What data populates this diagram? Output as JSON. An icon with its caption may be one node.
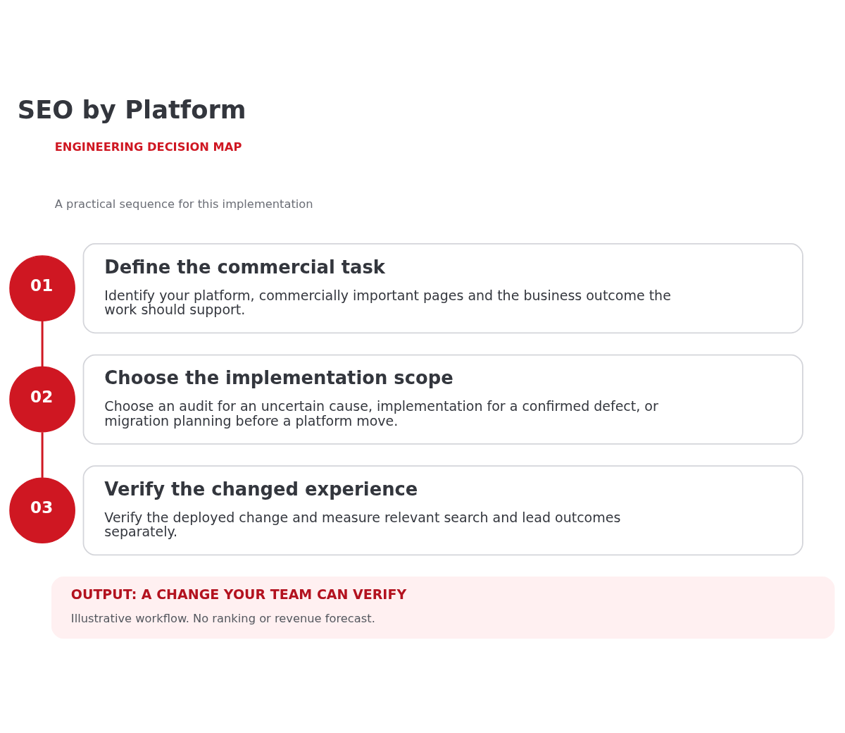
{
  "diagram": {
    "title": "SEO by Platform",
    "nodes": [
      {
        "text": [
          "01"
        ]
      },
      {
        "text": [
          "Define the commercial task",
          "Identify your platform, commercially important pages and the business outcome the work should support."
        ]
      },
      {
        "text": [
          "02"
        ]
      },
      {
        "text": [
          "Choose the implementation scope",
          "Choose an audit for an uncertain cause, implementation for a confirmed defect, or migration planning before a platform move."
        ]
      },
      {
        "text": [
          "03"
        ]
      },
      {
        "text": [
          "Verify the changed experience",
          "Verify the deployed change and measure relevant search and lead outcomes separately."
        ]
      },
      {
        "text": [
          "OUTPUT: A CHANGE YOUR TEAM CAN VERIFY",
          "Illustrative workflow. No ranking or revenue forecast."
        ]
      }
    ],
    "edges": [
      {
        "from": 0,
        "to": 2,
        "arrow": "none"
      },
      {
        "from": 2,
        "to": 4,
        "arrow": "none"
      }
    ],
    "labels": [
      "ENGINEERING DECISION MAP",
      "A practical sequence for this implementation"
    ]
  }
}
